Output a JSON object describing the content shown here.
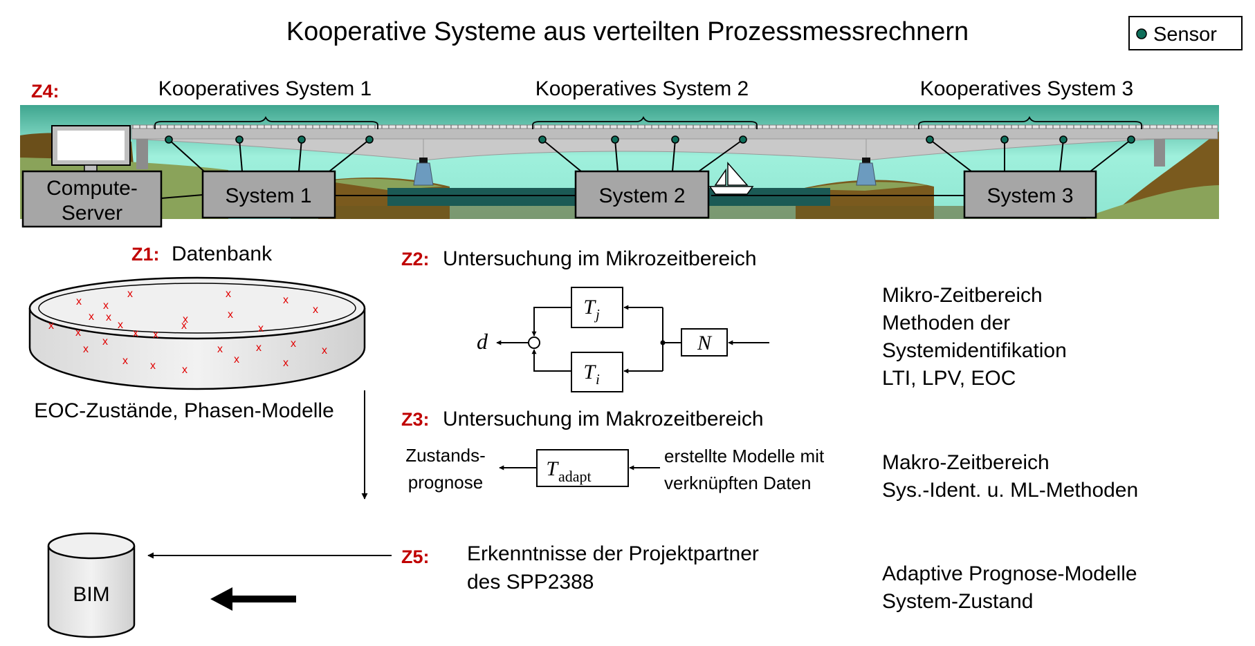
{
  "title": "Kooperative Systeme aus verteilten Prozessmessrechnern",
  "legend": {
    "label": "Sensor",
    "sensor_color": "#0f6e5a"
  },
  "zones": {
    "z4": "Z4:",
    "z1": {
      "tag": "Z1:",
      "label": "Datenbank"
    },
    "z2": {
      "tag": "Z2:",
      "label": "Untersuchung im Mikrozeitbereich"
    },
    "z3": {
      "tag": "Z3:",
      "label": "Untersuchung im Makrozeitbereich"
    },
    "z5": "Z5:"
  },
  "zone_color": "#c00000",
  "bridge": {
    "systems": [
      "Kooperatives System 1",
      "Kooperatives System 2",
      "Kooperatives System 3"
    ],
    "nodes": [
      "System 1",
      "System 2",
      "System 3"
    ],
    "server_line1": "Compute-",
    "server_line2": "Server",
    "water_color": "#8fe0d0",
    "ground_color": "#7a5a1e",
    "box_color": "#a6a6a6"
  },
  "database": {
    "caption": "EOC-Zustände, Phasen-Modelle",
    "marker": "x",
    "marker_color": "#e00000"
  },
  "micro_block": {
    "output": "d",
    "upper": "T",
    "upper_sub": "j",
    "lower": "T",
    "lower_sub": "i",
    "noise": "N"
  },
  "macro_block": {
    "left_line1": "Zustands-",
    "left_line2": "prognose",
    "center": "T",
    "center_sub": "adapt",
    "right_line1": "erstellte Modelle mit",
    "right_line2": "verknüpften Daten"
  },
  "bim": {
    "label": "BIM"
  },
  "partners": {
    "line1": "Erkenntnisse der Projektpartner",
    "line2": "des SPP2388"
  },
  "right_notes": {
    "micro": [
      "Mikro-Zeitbereich",
      "Methoden der",
      "Systemidentifikation",
      "LTI, LPV, EOC"
    ],
    "macro": [
      "Makro-Zeitbereich",
      "Sys.-Ident.  u.  ML-Methoden"
    ],
    "adaptive": [
      "Adaptive Prognose-Modelle",
      "System-Zustand"
    ]
  }
}
